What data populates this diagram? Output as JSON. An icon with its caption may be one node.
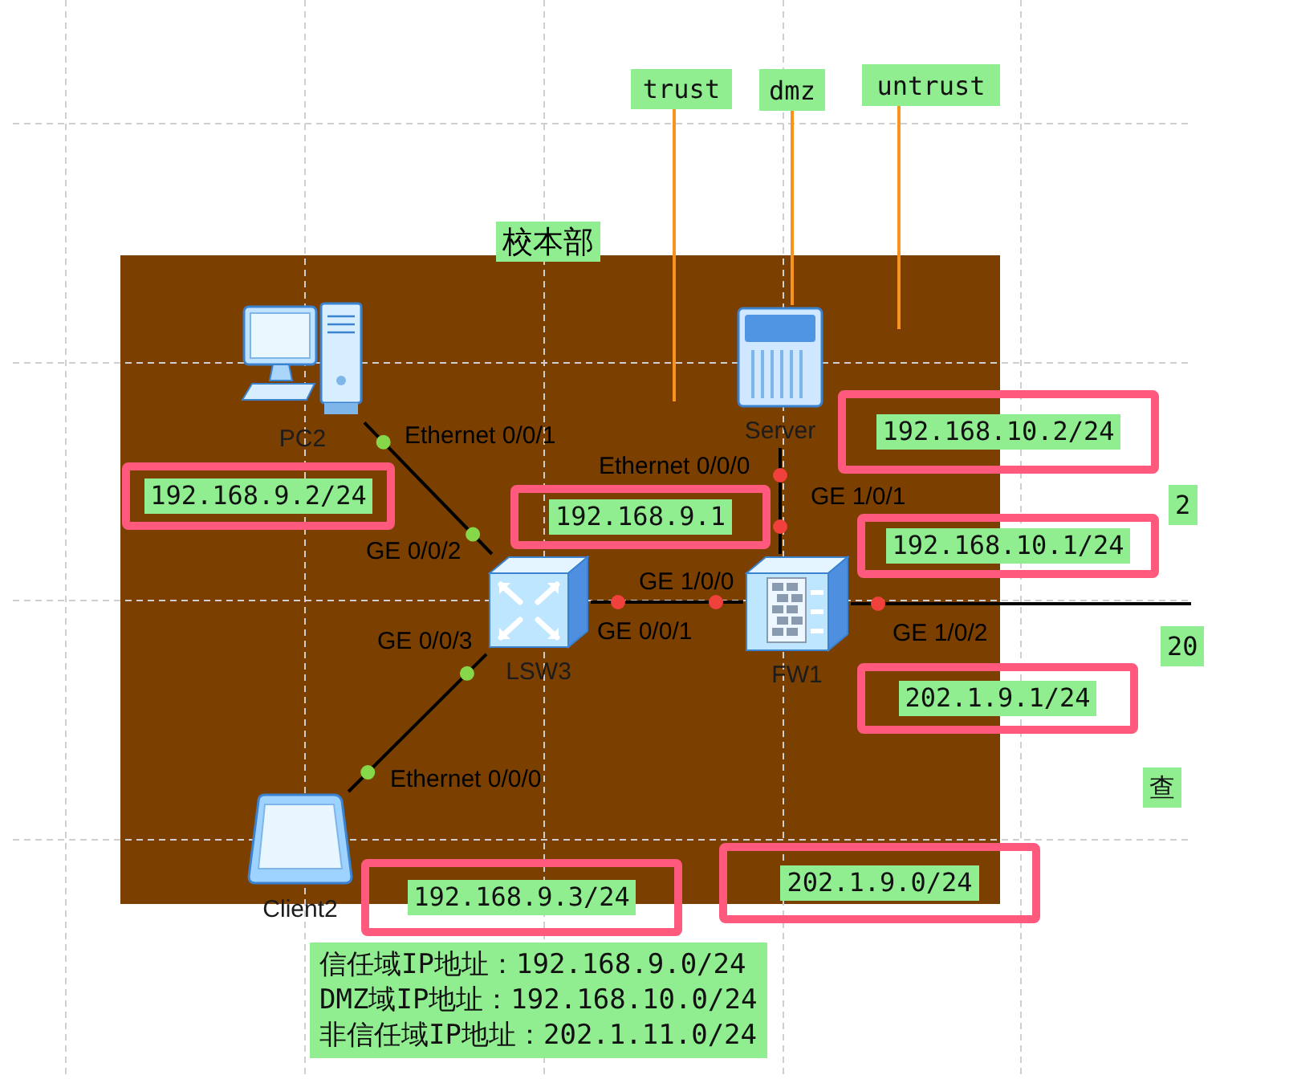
{
  "diagram": {
    "nodes": [
      {
        "text": [
          "trust"
        ]
      },
      {
        "text": [
          "dmz"
        ]
      },
      {
        "text": [
          "untrust"
        ]
      },
      {
        "text": [
          "校本部"
        ]
      },
      {
        "text": [],
        "shape": "box"
      },
      {
        "text": [
          "PC2"
        ],
        "in": 4
      },
      {
        "text": [
          "Server"
        ],
        "in": 4
      },
      {
        "text": [
          "192.168.10.2/24"
        ]
      },
      {
        "text": [
          "192.168.9.2/24"
        ],
        "in": 4
      },
      {
        "text": [
          "192.168.9.1"
        ],
        "in": 4
      },
      {
        "text": [
          "192.168.10.1/24"
        ]
      },
      {
        "text": [
          "LSW3"
        ],
        "in": 4
      },
      {
        "text": [
          "FW1"
        ],
        "in": 4
      },
      {
        "text": [
          "202.1.9.1/24"
        ]
      },
      {
        "text": [
          "Client2"
        ],
        "in": 4
      },
      {
        "text": [
          "192.168.9.3/24"
        ]
      },
      {
        "text": [
          "202.1.9.0/24"
        ]
      },
      {
        "text": [
          "信任域IP地址：192.168.9.0/24",
          "DMZ域IP地址：192.168.10.0/24",
          "非信任域IP地址：202.1.11.0/24"
        ]
      }
    ],
    "edges": [
      {
        "from": 5,
        "to": 11,
        "arrow": "other"
      },
      {
        "from": 6,
        "to": 12,
        "arrow": "other"
      },
      {
        "from": 11,
        "to": 12,
        "arrow": "other"
      },
      {
        "from": 12,
        "to": null,
        "arrow": "other"
      },
      {
        "from": 11,
        "to": 14,
        "arrow": "other"
      },
      {
        "from": 0,
        "to": null,
        "arrow": "none",
        "color": "#f7931e"
      },
      {
        "from": 1,
        "to": 6,
        "arrow": "none",
        "color": "#f7931e"
      },
      {
        "from": 2,
        "to": null,
        "arrow": "none",
        "color": "#f7931e"
      }
    ],
    "labels": [
      "Ethernet 0/0/1",
      "Ethernet 0/0/0",
      "2",
      "GE 1/0/1",
      "GE 0/0/2",
      "GE 1/0/0",
      "GE 1/0/2",
      "GE 0/0/1",
      "20",
      "GE 0/0/3",
      "Ethernet 0/0/0",
      "查"
    ]
  }
}
